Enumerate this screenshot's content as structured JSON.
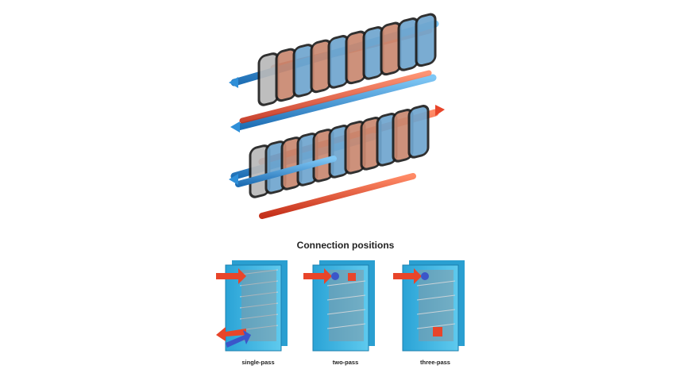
{
  "diagram": {
    "title": "Connection positions",
    "captions": [
      "single-pass",
      "two-pass",
      "three-pass"
    ],
    "colors": {
      "hot": "#e8452a",
      "cold": "#2f8fd8",
      "frame": "#3cb6e0",
      "plate_hot": "#c98870",
      "plate_cold": "#6fa6cf",
      "plate_neutral": "#b9b9b9"
    }
  }
}
